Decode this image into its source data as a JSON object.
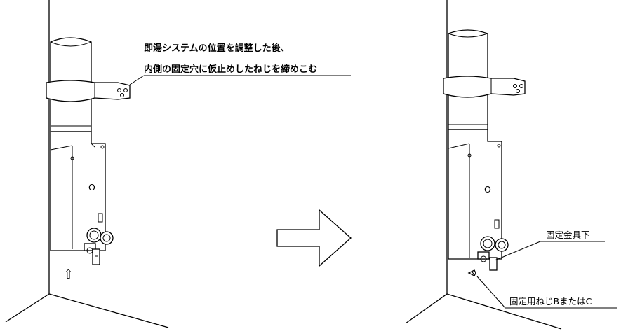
{
  "callouts": {
    "left_line1": "即湯システムの位置を調整した後、",
    "left_line2": "内側の固定穴に仮止めしたねじを締めこむ",
    "right_bracket": "固定金具下",
    "right_screw": "固定用ねじBまたはC"
  },
  "marks": {
    "valve_symbol": "O",
    "up_arrow": "⇧"
  }
}
